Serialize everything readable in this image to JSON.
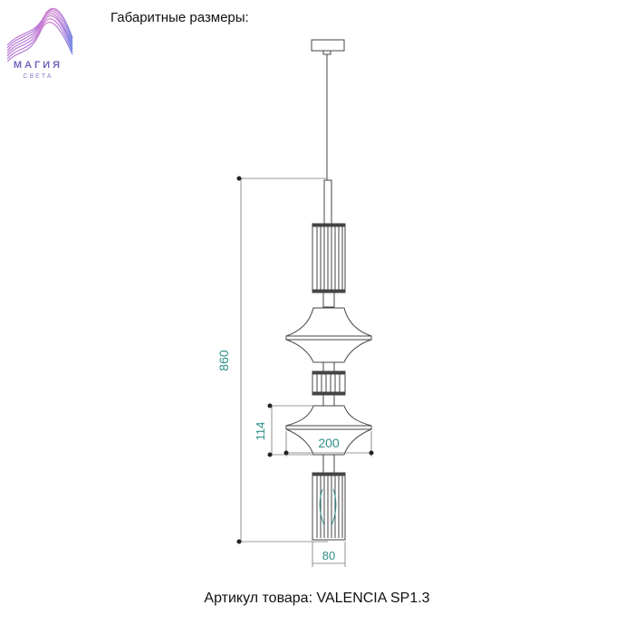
{
  "header": {
    "title": "Габаритные размеры:"
  },
  "logo": {
    "word": "МАГИЯ",
    "sub": "СВЕТА"
  },
  "dimensions": {
    "height": "860",
    "shade_height": "114",
    "shade_width": "200",
    "base_width": "80"
  },
  "footer": {
    "article": "Артикул товара: VALENCIA SP1.3"
  },
  "colors": {
    "dimension": "#2f8f8a",
    "outline": "#444444",
    "logo_a": "#e06fb0",
    "logo_b": "#5f7de0"
  }
}
